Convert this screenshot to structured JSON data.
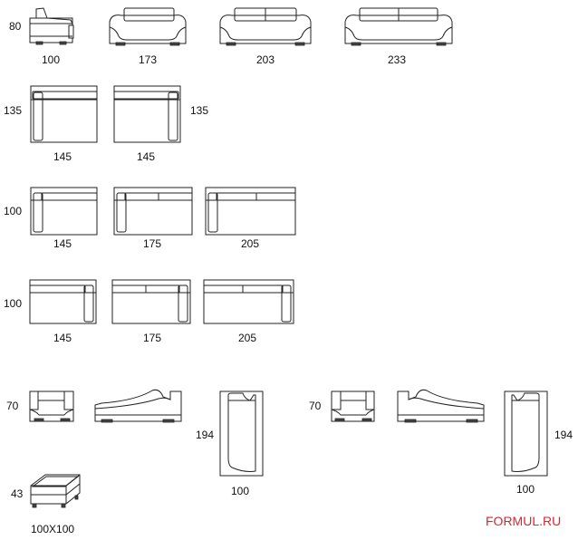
{
  "row1": {
    "height_label": "80",
    "widths": [
      "100",
      "173",
      "203",
      "233"
    ]
  },
  "row2": {
    "depth_left": "135",
    "depth_right": "135",
    "widths": [
      "145",
      "145"
    ]
  },
  "row3": {
    "depth": "100",
    "widths": [
      "145",
      "175",
      "205"
    ]
  },
  "row4": {
    "depth": "100",
    "widths": [
      "145",
      "175",
      "205"
    ]
  },
  "row5": {
    "height_left": "70",
    "height_right": "70",
    "length_left": "194",
    "length_right": "194",
    "width_left": "100",
    "width_right": "100"
  },
  "pouf": {
    "height": "43",
    "size": "100X100"
  },
  "brand": "FORMUL.RU",
  "colors": {
    "line": "#222222",
    "brand": "#e8202a"
  }
}
